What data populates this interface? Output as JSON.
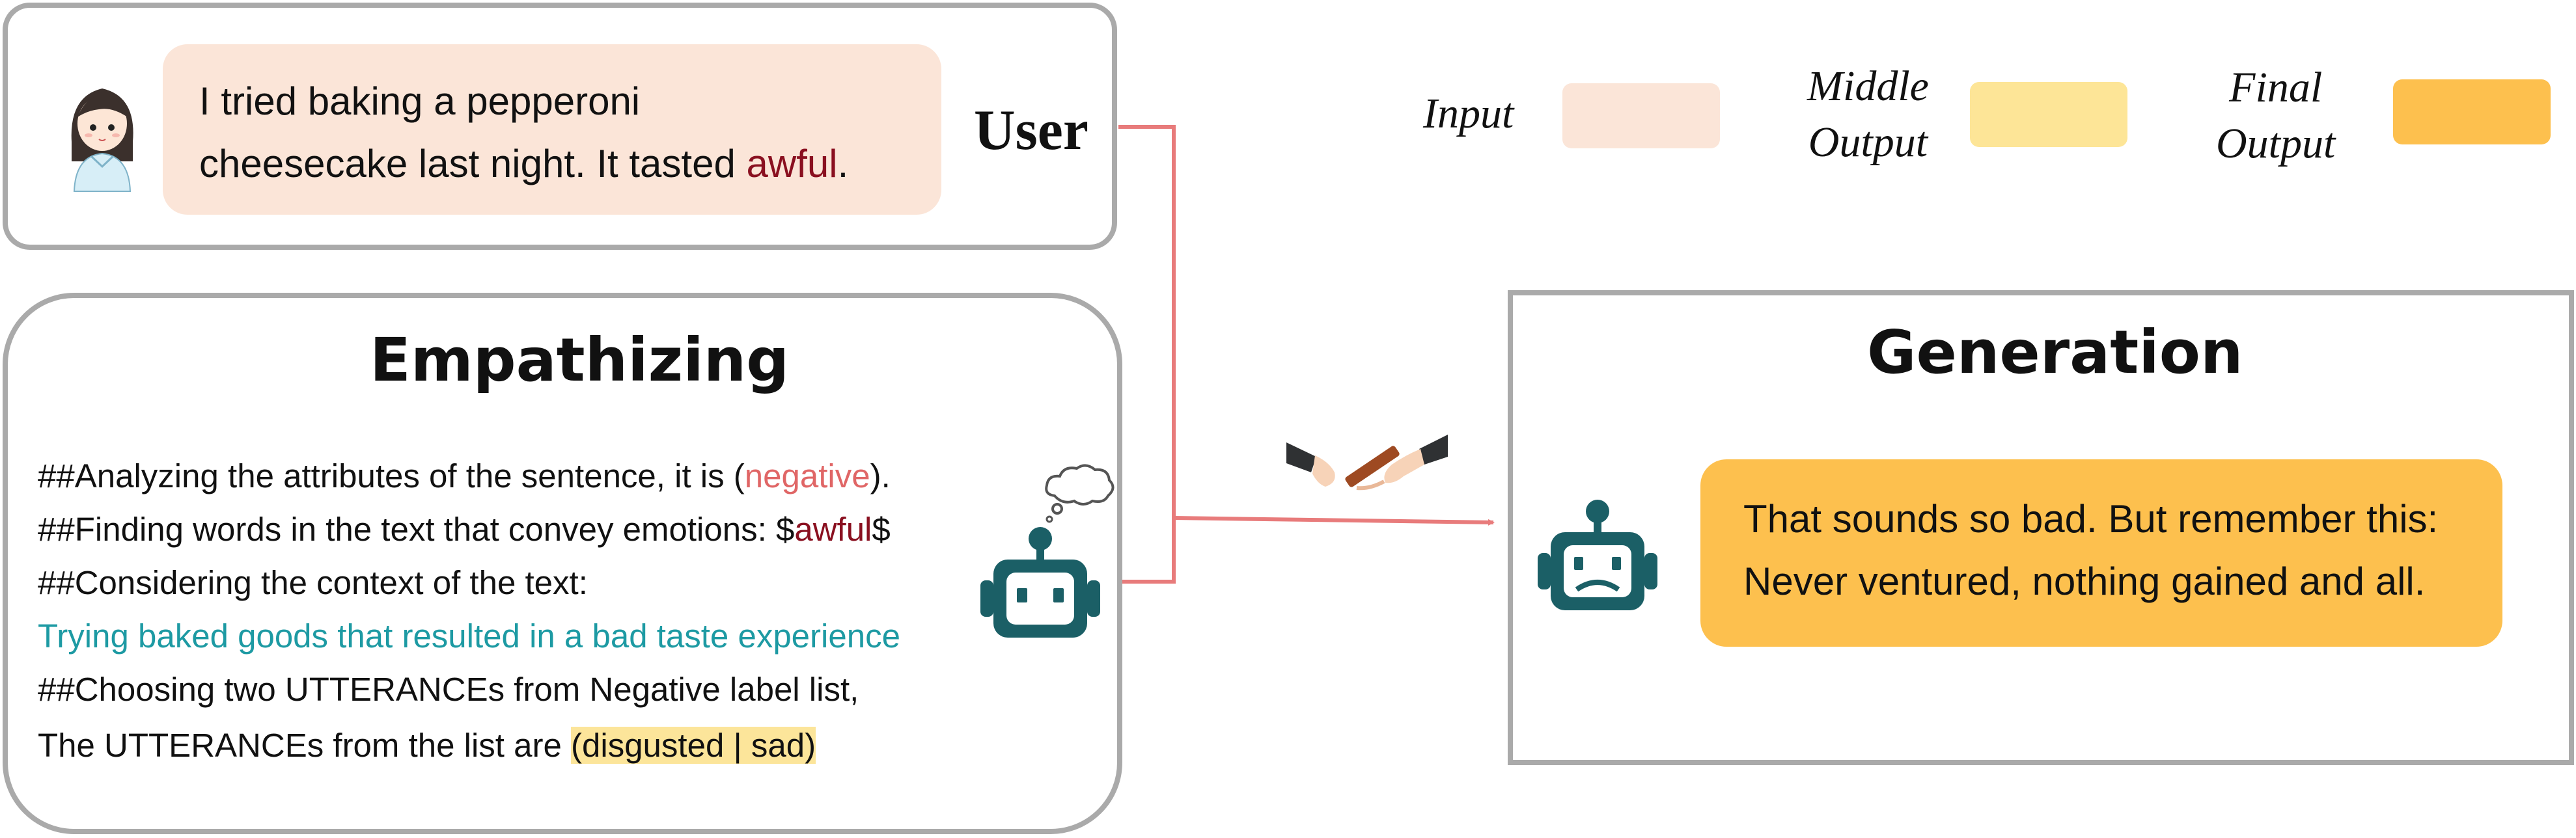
{
  "user": {
    "label": "User",
    "message_line1": "I tried baking a pepperoni",
    "message_line2_prefix": "cheesecake last night. It tasted ",
    "message_highlight": "awful",
    "message_line2_suffix": "."
  },
  "empathizing": {
    "title": "Empathizing",
    "line1_prefix": "##Analyzing the attributes of the sentence, it is (",
    "line1_sentiment": "negative",
    "line1_suffix": ").",
    "line2_prefix": "##Finding words in the text that convey emotions: $",
    "line2_word": "awful",
    "line2_suffix": "$",
    "line3": "##Considering the context of the text:",
    "line4_context": "Trying baked goods that resulted in a bad taste experience",
    "line5": "##Choosing two UTTERANCEs from Negative label list,",
    "line6_prefix": "The UTTERANCEs from the list are ",
    "line6_utterances": "(disgusted | sad)"
  },
  "legend": {
    "input": "Input",
    "middle_line1": "Middle",
    "middle_line2": "Output",
    "final_line1": "Final",
    "final_line2": "Output"
  },
  "generation": {
    "title": "Generation",
    "response_line1": "That sounds so bad. But remember this:",
    "response_line2": "Never ventured, nothing gained and all."
  },
  "colors": {
    "input": "#fbe5d8",
    "middle_output": "#fde597",
    "final_output": "#fdc04e",
    "connector": "#e87b7b",
    "robot": "#1b5f66",
    "panel_border": "#aaaaaa"
  },
  "icons": [
    "girl-avatar-icon",
    "robot-thinking-icon",
    "thought-cloud-icon",
    "handshake-icon",
    "sad-robot-icon"
  ]
}
